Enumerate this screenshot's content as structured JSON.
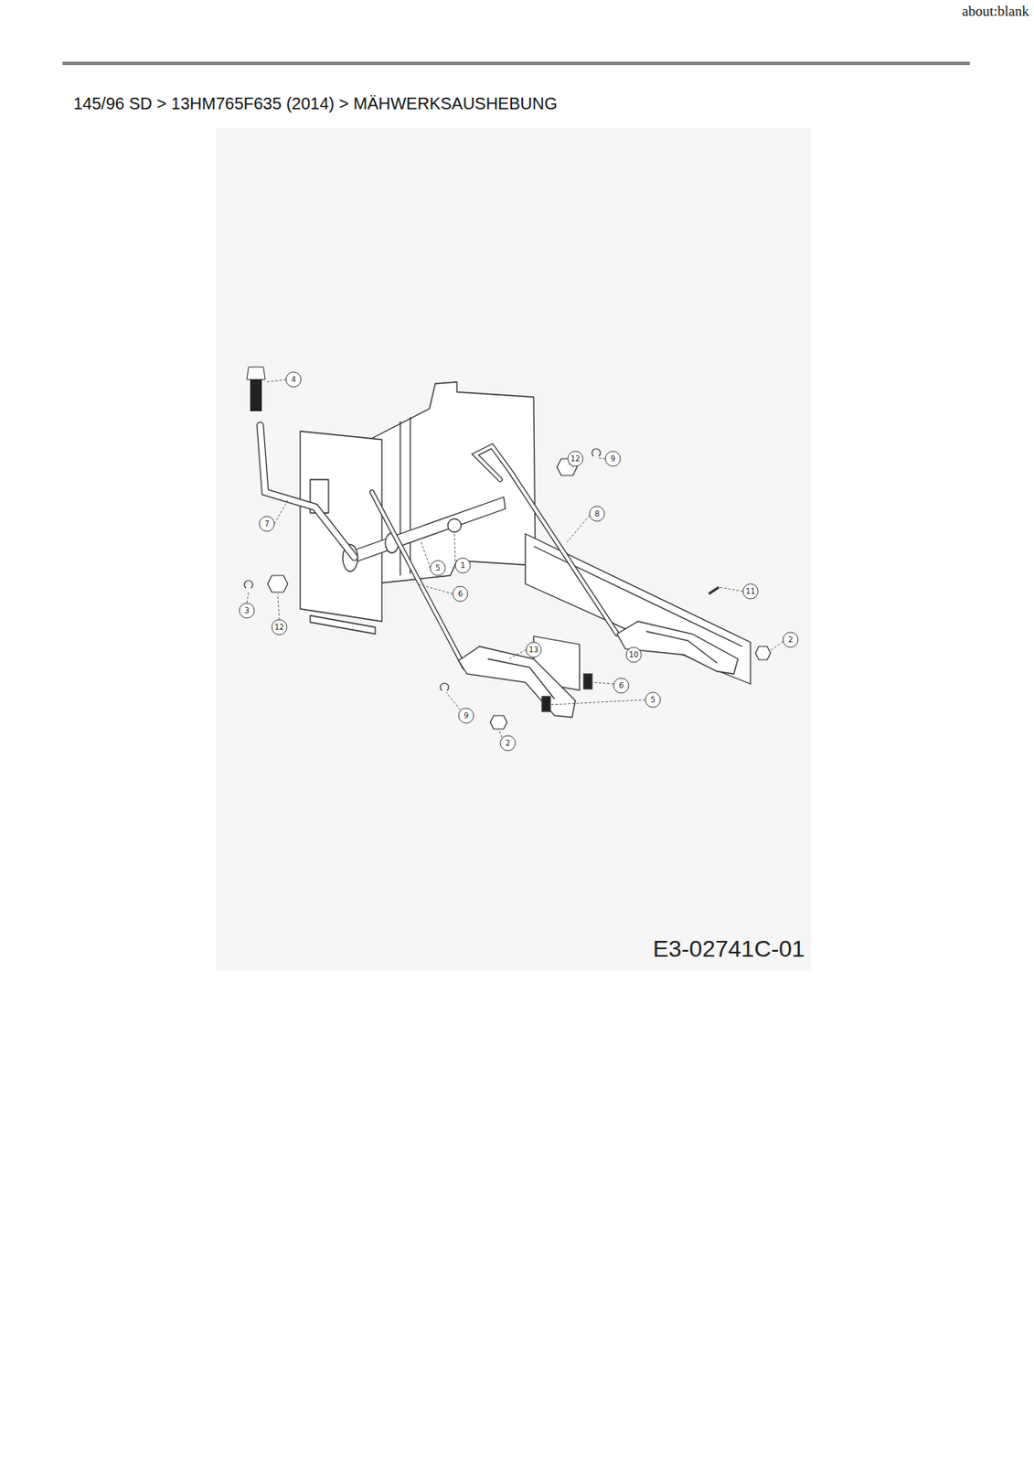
{
  "diagram": {
    "title": "145/96 SD > 13HM765F635 (2014) > MÄHWERKSAUSHEBUNG",
    "labels": [
      "about:blank",
      "4",
      "7",
      "12",
      "9",
      "8",
      "5",
      "1",
      "3",
      "12",
      "6",
      "11",
      "2",
      "10",
      "13",
      "9",
      "6",
      "2",
      "5",
      "E3-02741C-01"
    ]
  }
}
